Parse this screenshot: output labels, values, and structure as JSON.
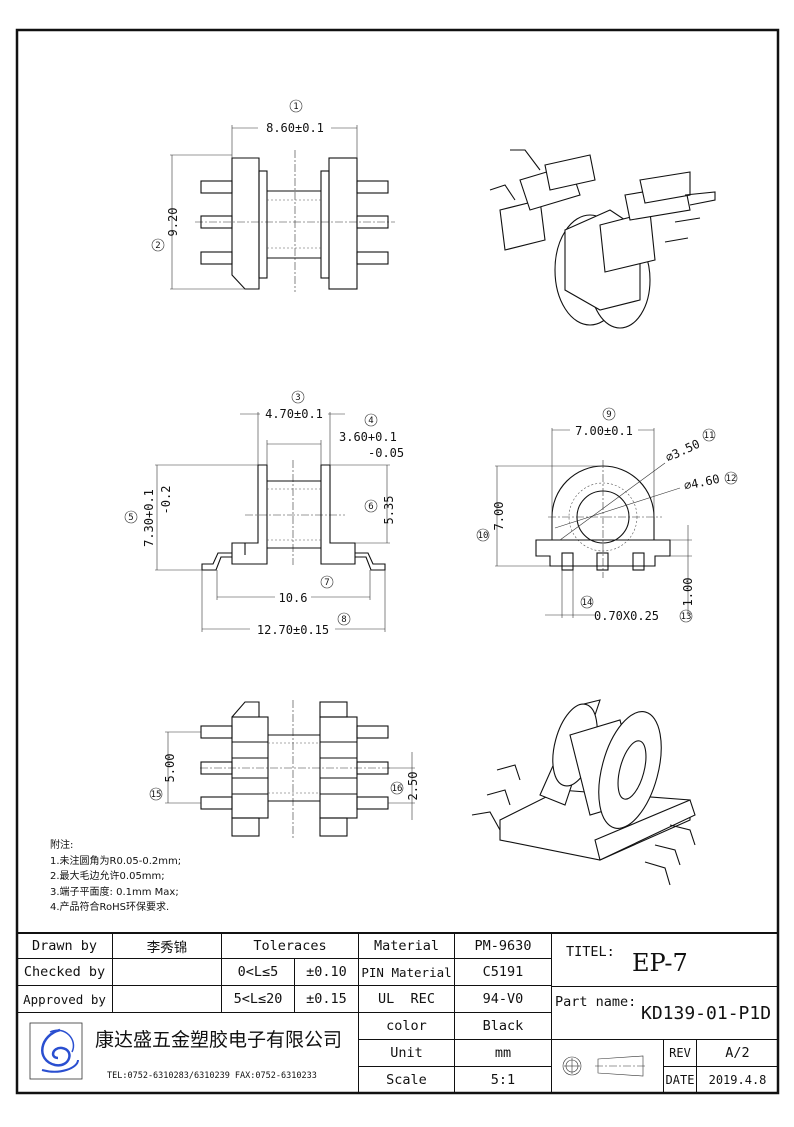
{
  "notes": {
    "heading": "附注:",
    "items": [
      "1.未注圆角为R0.05-0.2mm;",
      "2.最大毛边允许0.05mm;",
      "3.端子平面度: 0.1mm Max;",
      "4.产品符合RoHS环保要求."
    ]
  },
  "dimensions": {
    "d1": {
      "num": "1",
      "label": "8.60±0.1"
    },
    "d2": {
      "num": "2",
      "label": "9.20"
    },
    "d3": {
      "num": "3",
      "label": "4.70±0.1"
    },
    "d4": {
      "num": "4",
      "label": "3.60+0.1",
      "label2": "-0.05"
    },
    "d5": {
      "num": "5",
      "label": "7.30+0.1",
      "label2": "-0.2"
    },
    "d6": {
      "num": "6",
      "label": "5.35"
    },
    "d7": {
      "num": "7",
      "label": "10.6"
    },
    "d8": {
      "num": "8",
      "label": "12.70±0.15"
    },
    "d9": {
      "num": "9",
      "label": "7.00±0.1"
    },
    "d10": {
      "num": "10",
      "label": "7.00"
    },
    "d11": {
      "num": "11",
      "label": "⌀3.50"
    },
    "d12": {
      "num": "12",
      "label": "⌀4.60"
    },
    "d13": {
      "num": "13",
      "label": "1.00"
    },
    "d14": {
      "num": "14",
      "label": "0.70X0.25"
    },
    "d15": {
      "num": "15",
      "label": "5.00"
    },
    "d16": {
      "num": "16",
      "label": "2.50"
    }
  },
  "title_block": {
    "drawn_by_label": "Drawn by",
    "drawn_by": "李秀锦",
    "checked_by_label": "Checked by",
    "approved_by_label": "Approved by",
    "tolerances_label": "Toleraces",
    "tol1_range": "0<L≤5",
    "tol1_value": "±0.10",
    "tol2_range": "5<L≤20",
    "tol2_value": "±0.15",
    "company": "康达盛五金塑胶电子有限公司",
    "contact": "TEL:0752-6310283/6310239  FAX:0752-6310233",
    "material_label": "Material",
    "material": "PM-9630",
    "pin_material_label": "PIN Material",
    "pin_material": "C5191",
    "ul_label": "UL  REC",
    "ul": "94-V0",
    "color_label": "color",
    "color": "Black",
    "unit_label": "Unit",
    "unit": "mm",
    "scale_label": "Scale",
    "scale": "5:1",
    "title_label": "TITEL:",
    "title": "EP-7",
    "part_name_label": "Part name:",
    "part_name": "KD139-01-P1D",
    "rev_label": "REV",
    "rev": "A/2",
    "date_label": "DATE",
    "date": "2019.4.8"
  },
  "colors": {
    "logo": "#2a4fd0",
    "line": "#111111"
  }
}
